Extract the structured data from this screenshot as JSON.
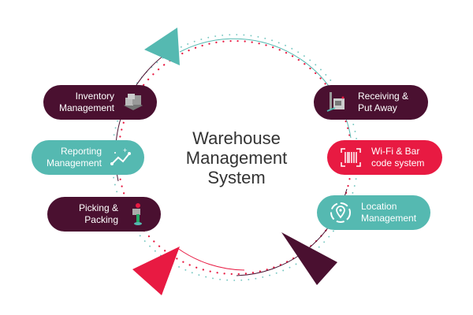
{
  "title": [
    "Warehouse",
    "Management",
    "System"
  ],
  "colors": {
    "maroon": "#4a1030",
    "teal": "#55b9b1",
    "red": "#e81a42",
    "text": "#333333"
  },
  "left_items": [
    {
      "label": [
        "Inventory",
        "Management"
      ],
      "icon": "pallet-boxes-icon"
    },
    {
      "label": [
        "Reporting",
        "Management"
      ],
      "icon": "trend-chart-icon"
    },
    {
      "label": [
        "Picking &",
        "Packing"
      ],
      "icon": "worker-icon"
    }
  ],
  "right_items": [
    {
      "label": [
        "Receiving &",
        "Put Away"
      ],
      "icon": "forklift-icon"
    },
    {
      "label": [
        "Wi-Fi & Bar",
        "code system"
      ],
      "icon": "barcode-icon"
    },
    {
      "label": [
        "Location",
        "Management"
      ],
      "icon": "location-pin-icon"
    }
  ]
}
